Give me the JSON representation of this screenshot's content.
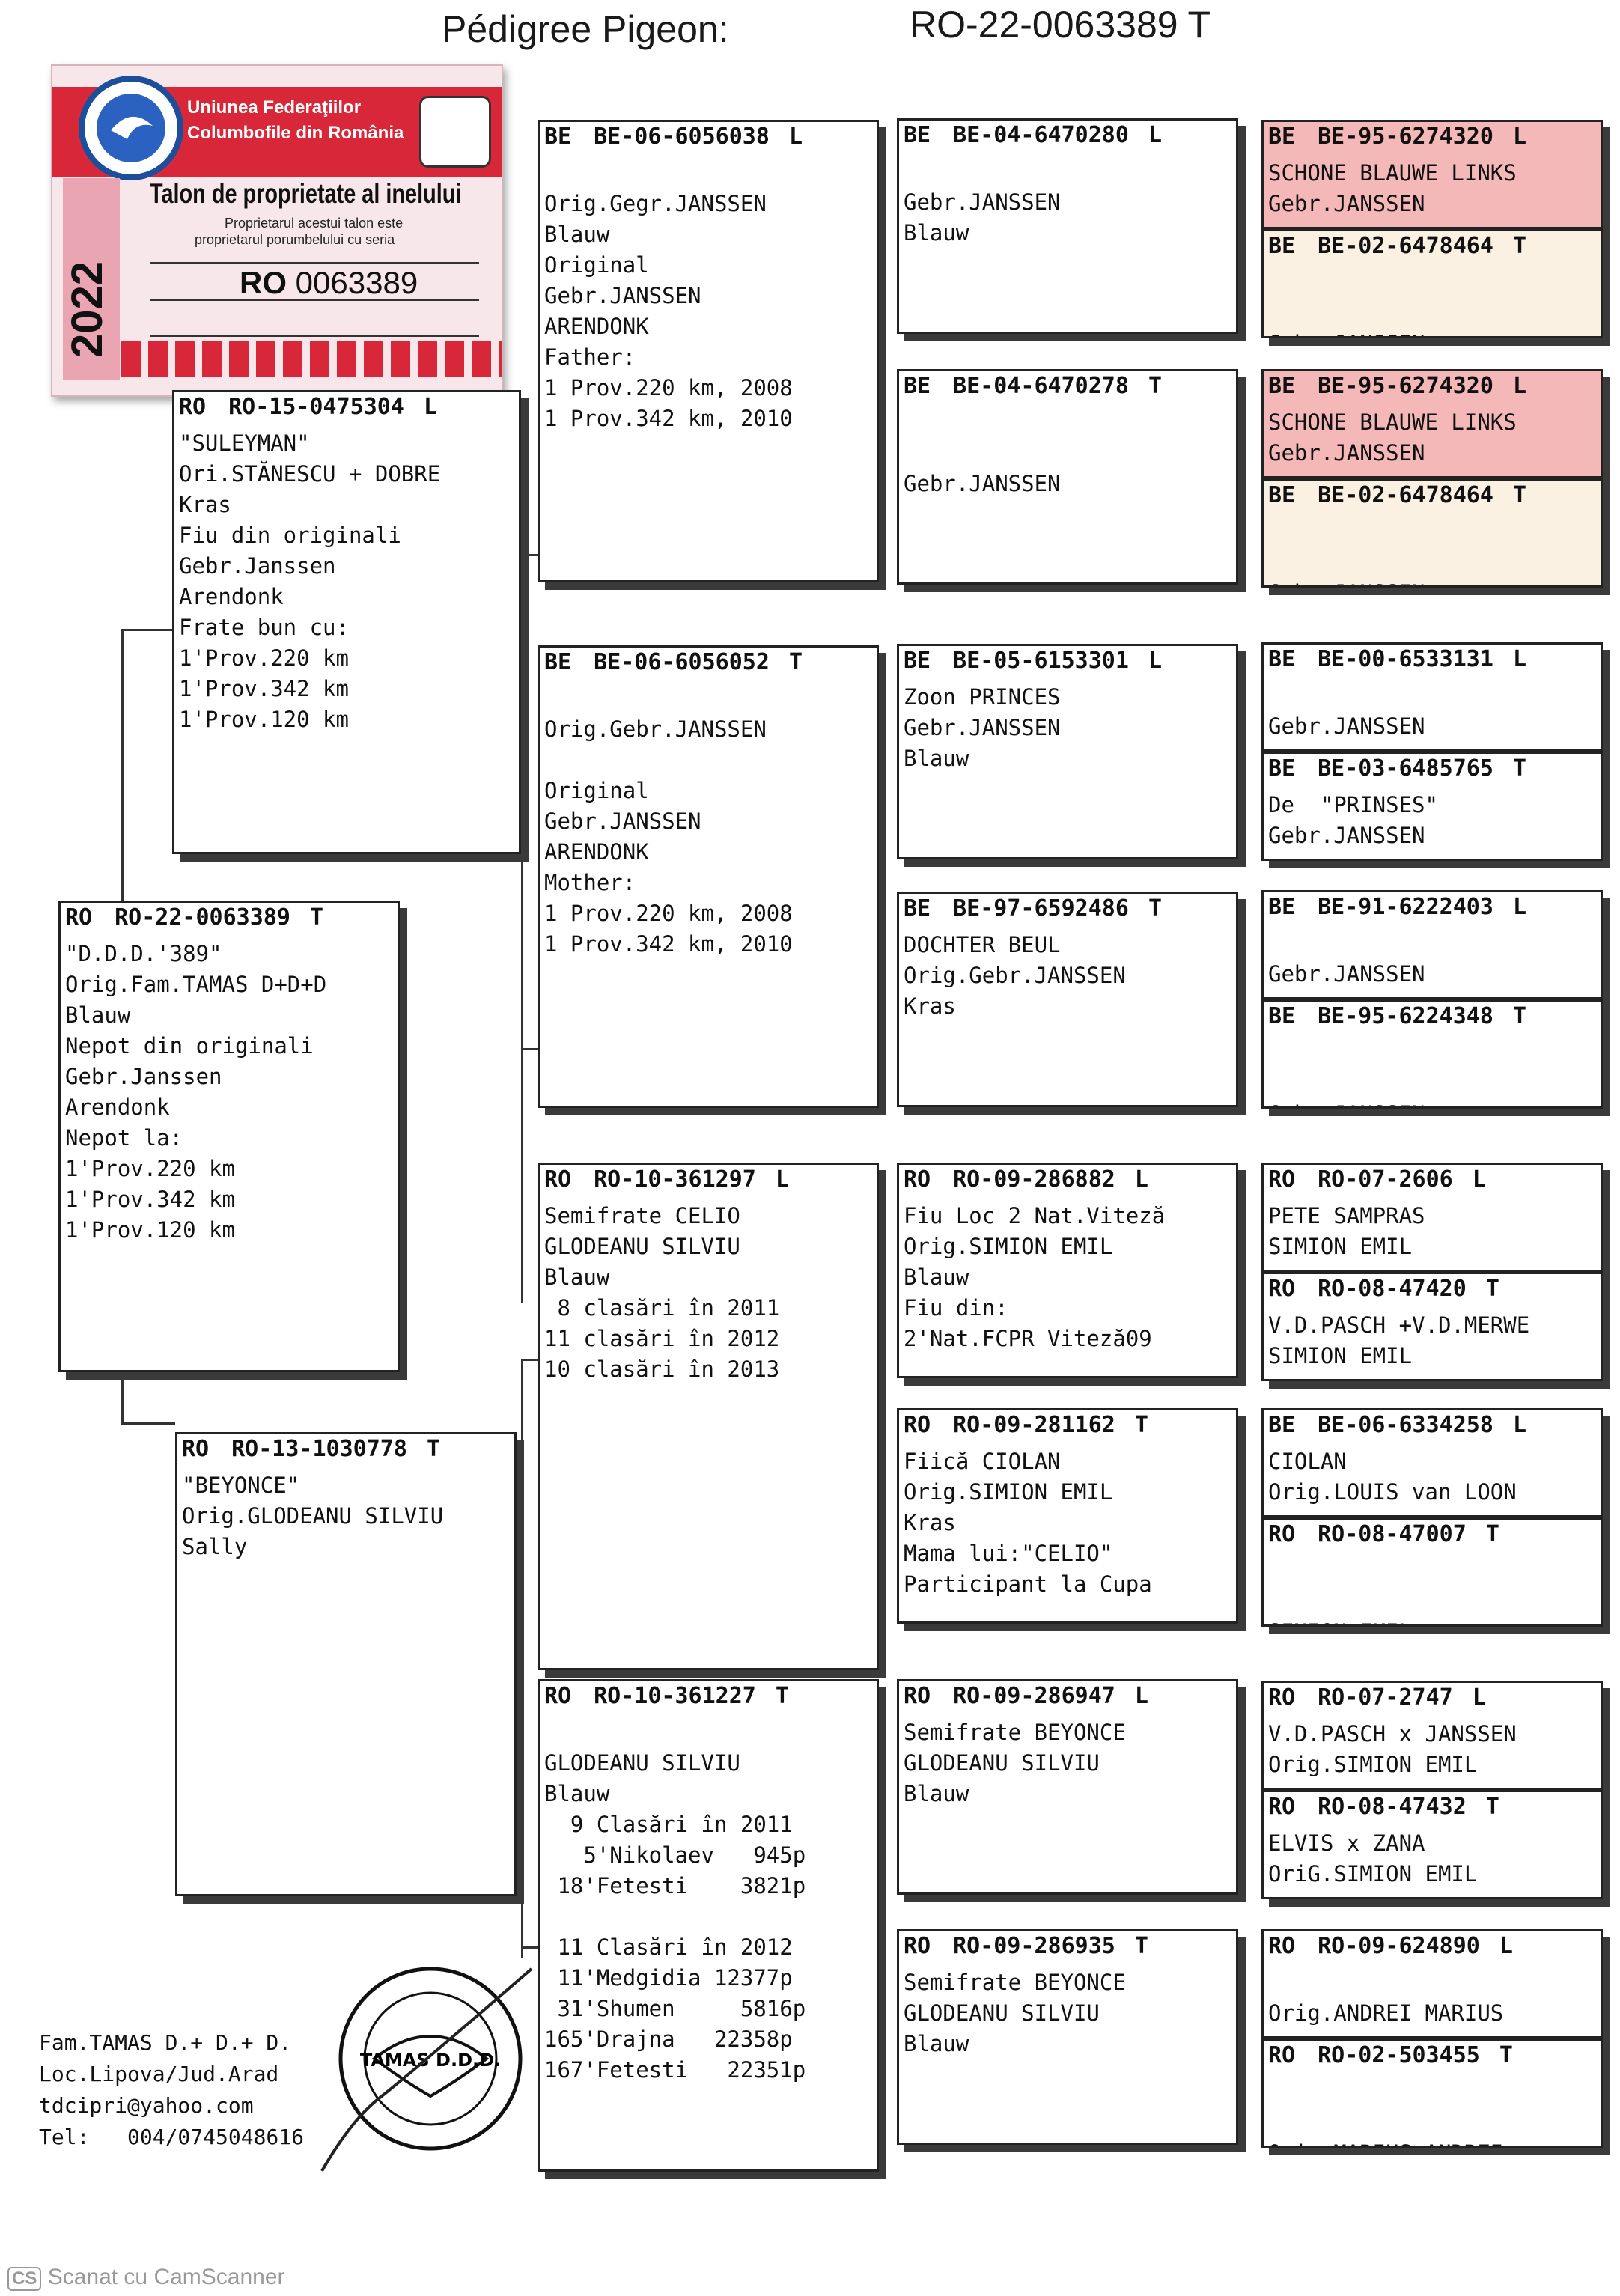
{
  "header": {
    "label": "Pédigree Pigeon:",
    "ring": "RO-22-0063389 T"
  },
  "ring_card": {
    "federation_line1": "Uniunea Federaţiilor",
    "federation_line2": "Columbofile din România",
    "title": "Talon de proprietate al inelului",
    "subtitle1": "Proprietarul acestui talon este",
    "subtitle2": "proprietarul porumbelului cu seria",
    "year": "2022",
    "ring_prefix": "RO",
    "ring_number": "0063389"
  },
  "pigeons": [
    {
      "id": "subject",
      "pfx": "RO",
      "ring": "RO-22-0063389",
      "sex": "T",
      "lines": [
        "\"D.D.D.'389\"",
        "Orig.Fam.TAMAS D+D+D",
        "Blauw",
        "Nepot din originali",
        "Gebr.Janssen",
        "Arendonk",
        "Nepot la:",
        "1'Prov.220 km",
        "1'Prov.342 km",
        "1'Prov.120 km"
      ]
    },
    {
      "id": "father",
      "pfx": "RO",
      "ring": "RO-15-0475304",
      "sex": "L",
      "lines": [
        "\"SULEYMAN\"",
        "Ori.STĂNESCU + DOBRE",
        "Kras",
        "Fiu din originali",
        "Gebr.Janssen",
        "Arendonk",
        "Frate bun cu:",
        "1'Prov.220 km",
        "1'Prov.342 km",
        "1'Prov.120 km"
      ]
    },
    {
      "id": "mother",
      "pfx": "RO",
      "ring": "RO-13-1030778",
      "sex": "T",
      "lines": [
        "\"BEYONCE\"",
        "Orig.GLODEANU SILVIU",
        "Sally"
      ]
    },
    {
      "id": "ff",
      "pfx": "BE",
      "ring": "BE-06-6056038",
      "sex": "L",
      "lines": [
        "",
        "Orig.Gegr.JANSSEN",
        "Blauw",
        "Original",
        "Gebr.JANSSEN",
        "ARENDONK",
        "Father:",
        "1 Prov.220 km, 2008",
        "1 Prov.342 km, 2010"
      ]
    },
    {
      "id": "fm",
      "pfx": "BE",
      "ring": "BE-06-6056052",
      "sex": "T",
      "lines": [
        "",
        "Orig.Gebr.JANSSEN",
        "",
        "Original",
        "Gebr.JANSSEN",
        "ARENDONK",
        "Mother:",
        "1 Prov.220 km, 2008",
        "1 Prov.342 km, 2010"
      ]
    },
    {
      "id": "mf",
      "pfx": "RO",
      "ring": "RO-10-361297",
      "sex": "L",
      "lines": [
        "Semifrate CELIO",
        "GLODEANU SILVIU",
        "Blauw",
        " 8 clasări în 2011",
        "11 clasări în 2012",
        "10 clasări în 2013"
      ]
    },
    {
      "id": "mm",
      "pfx": "RO",
      "ring": "RO-10-361227",
      "sex": "T",
      "lines": [
        "",
        "GLODEANU SILVIU",
        "Blauw",
        "  9 Clasări în 2011",
        "   5'Nikolaev   945p",
        " 18'Fetesti    3821p",
        "",
        " 11 Clasări în 2012",
        " 11'Medgidia 12377p",
        " 31'Shumen     5816p",
        "165'Drajna   22358p",
        "167'Fetesti   22351p"
      ]
    },
    {
      "id": "fff",
      "pfx": "BE",
      "ring": "BE-04-6470280",
      "sex": "L",
      "lines": [
        "",
        "Gebr.JANSSEN",
        "Blauw"
      ]
    },
    {
      "id": "ffm",
      "pfx": "BE",
      "ring": "BE-04-6470278",
      "sex": "T",
      "lines": [
        "",
        "",
        "Gebr.JANSSEN"
      ]
    },
    {
      "id": "fmf",
      "pfx": "BE",
      "ring": "BE-05-6153301",
      "sex": "L",
      "lines": [
        "Zoon PRINCES",
        "Gebr.JANSSEN",
        "Blauw"
      ]
    },
    {
      "id": "fmm",
      "pfx": "BE",
      "ring": "BE-97-6592486",
      "sex": "T",
      "lines": [
        "DOCHTER BEUL",
        "Orig.Gebr.JANSSEN",
        "Kras"
      ]
    },
    {
      "id": "mff",
      "pfx": "RO",
      "ring": "RO-09-286882",
      "sex": "L",
      "lines": [
        "Fiu Loc 2 Nat.Viteză",
        "Orig.SIMION EMIL",
        "Blauw",
        "Fiu din:",
        "2'Nat.FCPR Viteză09"
      ]
    },
    {
      "id": "mfm",
      "pfx": "RO",
      "ring": "RO-09-281162",
      "sex": "T",
      "lines": [
        "Fiică CIOLAN",
        "Orig.SIMION EMIL",
        "Kras",
        "Mama lui:\"CELIO\"",
        "Participant la Cupa"
      ]
    },
    {
      "id": "mmf",
      "pfx": "RO",
      "ring": "RO-09-286947",
      "sex": "L",
      "lines": [
        "Semifrate BEYONCE",
        "GLODEANU SILVIU",
        "Blauw"
      ]
    },
    {
      "id": "mmm",
      "pfx": "RO",
      "ring": "RO-09-286935",
      "sex": "T",
      "lines": [
        "Semifrate BEYONCE",
        "GLODEANU SILVIU",
        "Blauw"
      ]
    },
    {
      "id": "g1",
      "pfx": "BE",
      "ring": "BE-95-6274320",
      "sex": "L",
      "lines": [
        "SCHONE BLAUWE LINKS",
        "Gebr.JANSSEN"
      ]
    },
    {
      "id": "g2",
      "pfx": "BE",
      "ring": "BE-02-6478464",
      "sex": "T",
      "lines": [
        "",
        "",
        "Gebr.JANSSEN"
      ]
    },
    {
      "id": "g3",
      "pfx": "BE",
      "ring": "BE-95-6274320",
      "sex": "L",
      "lines": [
        "SCHONE BLAUWE LINKS",
        "Gebr.JANSSEN"
      ]
    },
    {
      "id": "g4",
      "pfx": "BE",
      "ring": "BE-02-6478464",
      "sex": "T",
      "lines": [
        "",
        "",
        "Gebr.JANSSEN"
      ]
    },
    {
      "id": "g5",
      "pfx": "BE",
      "ring": "BE-00-6533131",
      "sex": "L",
      "lines": [
        "",
        "Gebr.JANSSEN"
      ]
    },
    {
      "id": "g6",
      "pfx": "BE",
      "ring": "BE-03-6485765",
      "sex": "T",
      "lines": [
        "De  \"PRINSES\"",
        "Gebr.JANSSEN"
      ]
    },
    {
      "id": "g7",
      "pfx": "BE",
      "ring": "BE-91-6222403",
      "sex": "L",
      "lines": [
        "",
        "Gebr.JANSSEN"
      ]
    },
    {
      "id": "g8",
      "pfx": "BE",
      "ring": "BE-95-6224348",
      "sex": "T",
      "lines": [
        "",
        "",
        "Gebr.JANSSEN"
      ]
    },
    {
      "id": "g9",
      "pfx": "RO",
      "ring": "RO-07-2606",
      "sex": "L",
      "lines": [
        "PETE SAMPRAS",
        "SIMION EMIL"
      ]
    },
    {
      "id": "g10",
      "pfx": "RO",
      "ring": "RO-08-47420",
      "sex": "T",
      "lines": [
        "V.D.PASCH +V.D.MERWE",
        "SIMION EMIL"
      ]
    },
    {
      "id": "g11",
      "pfx": "BE",
      "ring": "BE-06-6334258",
      "sex": "L",
      "lines": [
        "CIOLAN",
        "Orig.LOUIS van LOON"
      ]
    },
    {
      "id": "g12",
      "pfx": "RO",
      "ring": "RO-08-47007",
      "sex": "T",
      "lines": [
        "",
        "",
        "SIMION EMIL"
      ]
    },
    {
      "id": "g13",
      "pfx": "RO",
      "ring": "RO-07-2747",
      "sex": "L",
      "lines": [
        "V.D.PASCH x JANSSEN",
        "Orig.SIMION EMIL"
      ]
    },
    {
      "id": "g14",
      "pfx": "RO",
      "ring": "RO-08-47432",
      "sex": "T",
      "lines": [
        "ELVIS x ZANA",
        "OriG.SIMION EMIL"
      ]
    },
    {
      "id": "g15",
      "pfx": "RO",
      "ring": "RO-09-624890",
      "sex": "L",
      "lines": [
        "",
        "Orig.ANDREI MARIUS"
      ]
    },
    {
      "id": "g16",
      "pfx": "RO",
      "ring": "RO-02-503455",
      "sex": "T",
      "lines": [
        "",
        "",
        "Orig.MARIUS ANDREI"
      ]
    }
  ],
  "owner": {
    "name": "Fam.TAMAS D.+ D.+ D.",
    "address": "Loc.Lipova/Jud.Arad",
    "email": "tdcipri@yahoo.com",
    "phone": "Tel:   004/0745048616"
  },
  "stamp_text": "TAMAS D.D.D.",
  "footer": {
    "cs": "CS",
    "scanner": "Scanat cu CamScanner"
  },
  "colors": {
    "highlight_red": "#f4b8b8",
    "highlight_cream": "#fbf1e2",
    "card_band": "#d9273a"
  }
}
